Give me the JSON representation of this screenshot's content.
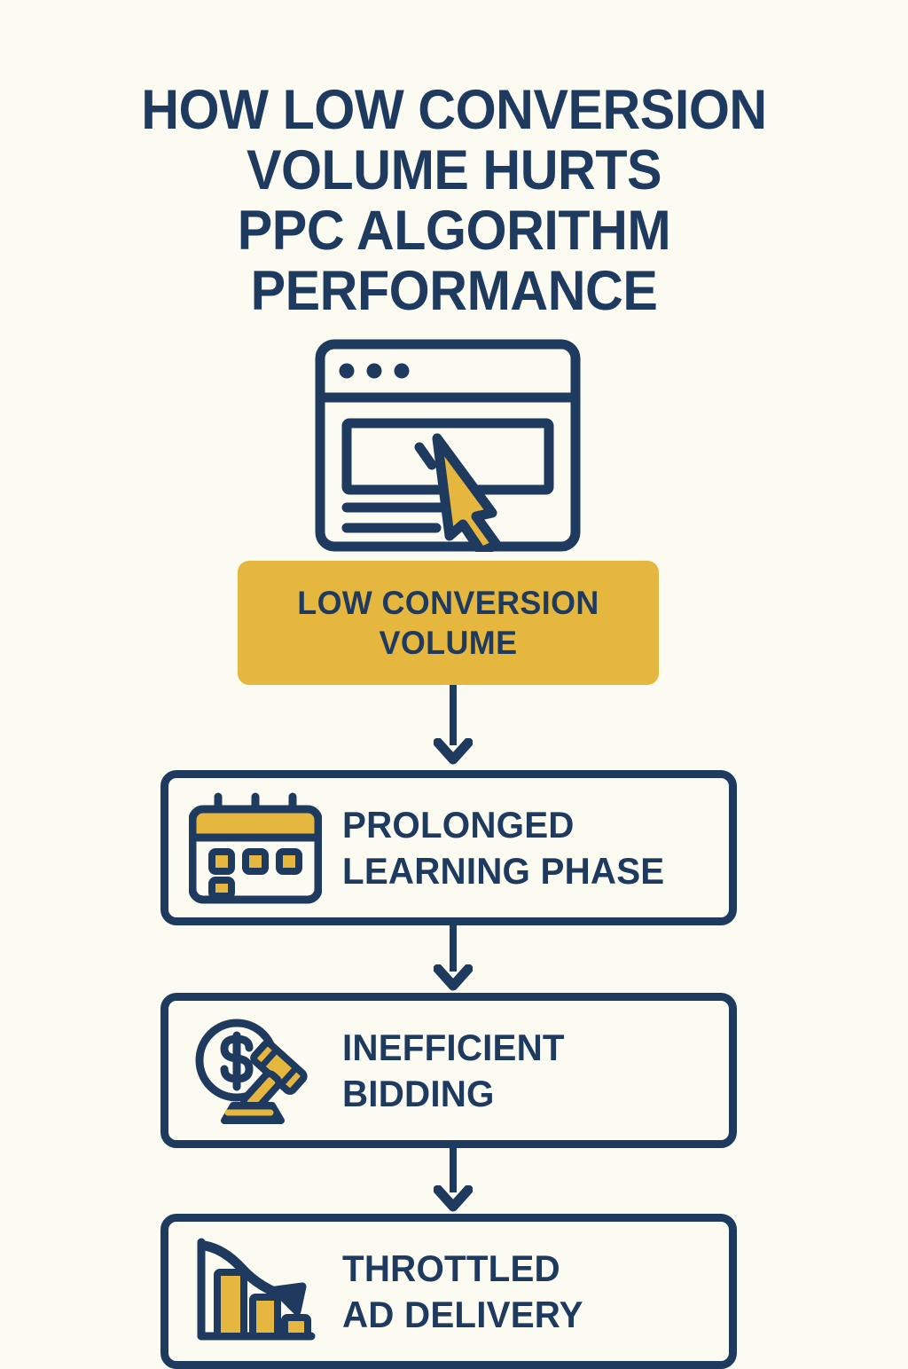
{
  "colors": {
    "background": "#fcfbf2",
    "navy": "#1f3a5f",
    "yellow": "#e6b73f",
    "box_fill": "#fcfbf2"
  },
  "title": {
    "full": "HOW LOW CONVERSION VOLUME HURTS PPC ALGORITHM PERFORMANCE",
    "lines": [
      "HOW LOW CONVERSION",
      "VOLUME HURTS",
      "PPC ALGORITHM",
      "PERFORMANCE"
    ]
  },
  "hero": {
    "icon": "browser-window-cursor-icon"
  },
  "source": {
    "label": "LOW CONVERSION VOLUME",
    "lines": [
      "LOW CONVERSION",
      "VOLUME"
    ]
  },
  "connectors": [
    {
      "name": "arrow-source-to-effect-1",
      "direction": "down"
    },
    {
      "name": "arrow-effect-1-to-effect-2",
      "direction": "down"
    },
    {
      "name": "arrow-effect-2-to-effect-3",
      "direction": "down"
    }
  ],
  "effects": [
    {
      "icon": "calendar-icon",
      "label": "PROLONGED LEARNING PHASE",
      "lines": [
        "PROLONGED",
        "LEARNING PHASE"
      ]
    },
    {
      "icon": "magnifier-dollar-gavel-icon",
      "label": "INEFFICIENT BIDDING",
      "lines": [
        "INEFFICIENT",
        "BIDDING"
      ]
    },
    {
      "icon": "declining-bar-chart-icon",
      "label": "THROTTLED AD DELIVERY",
      "lines": [
        "THROTTLED",
        "AD DELIVERY"
      ]
    }
  ]
}
